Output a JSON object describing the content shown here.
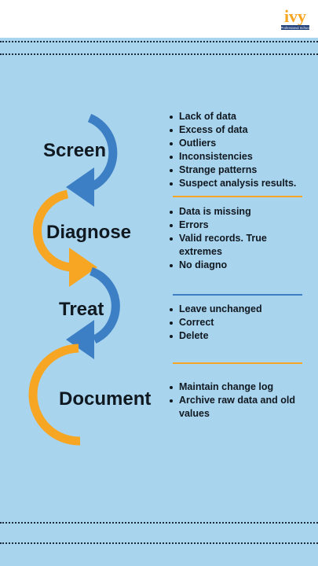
{
  "brand": {
    "logo_text": "ivy",
    "logo_subtext": "Professional School"
  },
  "colors": {
    "background": "#a9d4ee",
    "blue_arrow": "#3d7fc4",
    "orange_arrow": "#f6a623",
    "separator_orange": "#f6a623",
    "separator_blue": "#3d7fc4"
  },
  "stages": [
    {
      "label": "Screen",
      "items": [
        "Lack of data",
        "Excess of data",
        "Outliers",
        "Inconsistencies",
        "Strange patterns",
        "Suspect analysis results."
      ]
    },
    {
      "label": "Diagnose",
      "items": [
        "Data is missing",
        "Errors",
        "Valid records. True extremes",
        "No diagno"
      ]
    },
    {
      "label": "Treat",
      "items": [
        "Leave unchanged",
        "Correct",
        "Delete"
      ]
    },
    {
      "label": "Document",
      "items": [
        "Maintain change log",
        "Archive raw data and old values"
      ]
    }
  ]
}
